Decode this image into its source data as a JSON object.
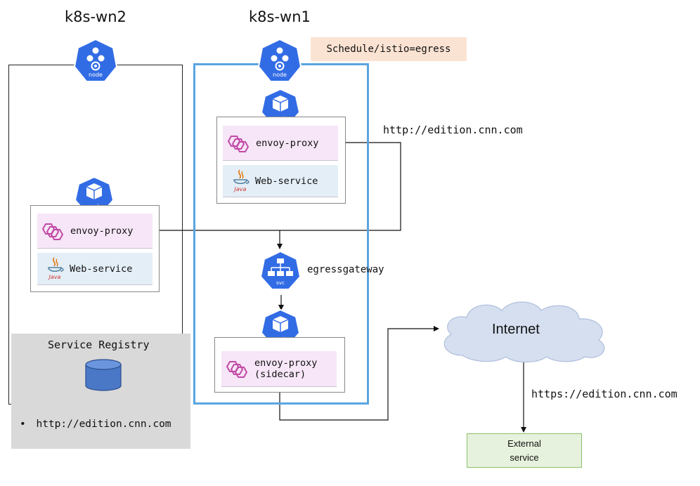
{
  "nodes": {
    "wn2": {
      "title": "k8s-wn2"
    },
    "wn1": {
      "title": "k8s-wn1",
      "schedule_label": "Schedule/istio=egress"
    }
  },
  "icons": {
    "node_label": "node",
    "pod_label": "pod",
    "svc_label": "svc"
  },
  "pods": {
    "wn2_pod": {
      "proxy": "envoy-proxy",
      "service": "Web-service"
    },
    "wn1_pod": {
      "proxy": "envoy-proxy",
      "service": "Web-service"
    },
    "gateway_pod": {
      "proxy_line1": "envoy-proxy",
      "proxy_line2": "(sidecar)"
    }
  },
  "java_label": "Java",
  "egress": {
    "label": "egressgateway"
  },
  "urls": {
    "http": "http://edition.cnn.com",
    "https": "https://edition.cnn.com"
  },
  "registry": {
    "title": "Service Registry",
    "bullet": "•",
    "entry": "http://edition.cnn.com"
  },
  "internet": {
    "label": "Internet"
  },
  "external": {
    "line1": "External",
    "line2": "service"
  },
  "colors": {
    "k8s_blue": "#326ce5",
    "wn1_border": "#5aa5e0",
    "envoy_bg": "#f6e6f7",
    "web_bg": "#e4eef7",
    "envoy_icon": "#c24aa6",
    "registry_bg": "#d9d9d9",
    "schedule_bg": "#fbe3d3",
    "cloud_fill": "#d5dff0",
    "external_bg": "#e6f2dd",
    "external_border": "#8cc06a"
  }
}
